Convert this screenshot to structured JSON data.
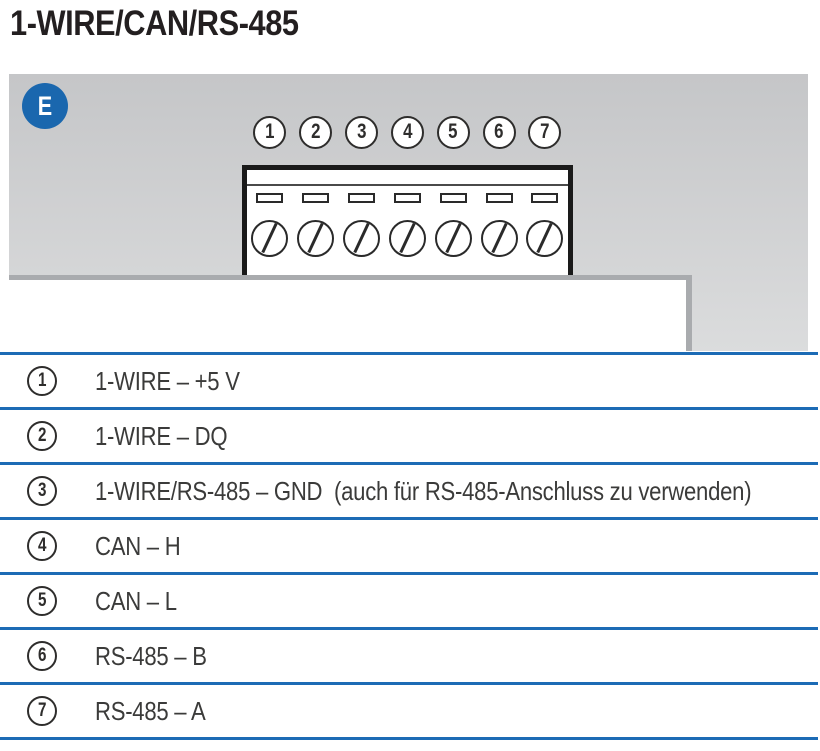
{
  "title": "1-WIRE/CAN/RS-485",
  "panel": {
    "badge": "E"
  },
  "pins": [
    "1",
    "2",
    "3",
    "4",
    "5",
    "6",
    "7"
  ],
  "legend": [
    {
      "num": "1",
      "label": "1-WIRE – +5 V"
    },
    {
      "num": "2",
      "label": "1-WIRE – DQ"
    },
    {
      "num": "3",
      "label": "1-WIRE/RS-485 – GND  (auch für RS-485-Anschluss zu verwenden)"
    },
    {
      "num": "4",
      "label": "CAN – H"
    },
    {
      "num": "5",
      "label": "CAN – L"
    },
    {
      "num": "6",
      "label": "RS-485 – B"
    },
    {
      "num": "7",
      "label": "RS-485 – A"
    }
  ],
  "colors": {
    "accent_blue": "#1C6BB5",
    "badge_blue": "#1A67AE",
    "panel_gray_top": "#C5C6C8",
    "panel_gray_bottom": "#DBDCDD",
    "edge_gray": "#A9ABAE",
    "ink": "#231F20",
    "text_gray": "#3B3B3A",
    "line_black": "#1A1A1A"
  }
}
